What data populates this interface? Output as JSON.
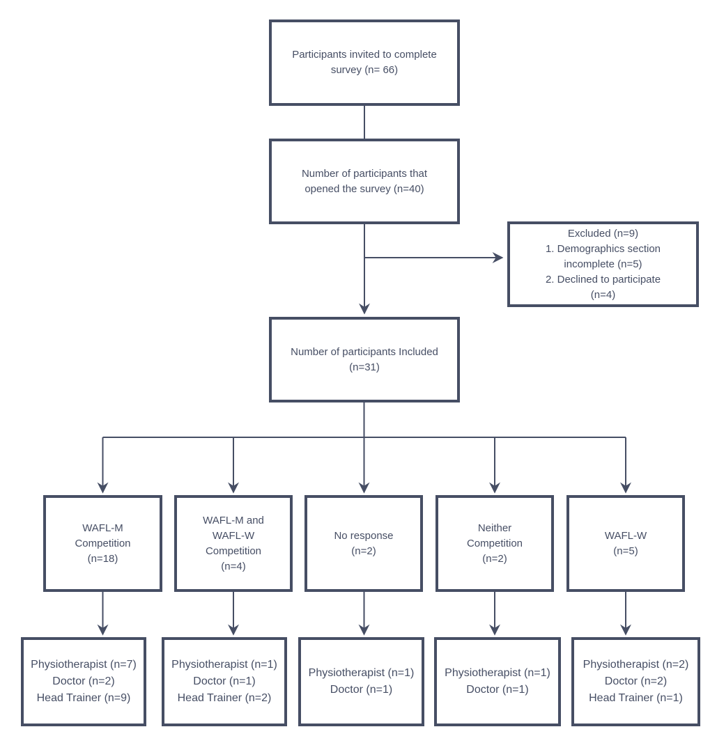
{
  "flowchart": {
    "colors": {
      "line": "#464E64",
      "text": "#464E64",
      "background": "#FFFFFF"
    },
    "invited": "Participants invited to complete\nsurvey (n= 66)",
    "opened": "Number of participants that\nopened the survey (n=40)",
    "excluded": "Excluded (n=9)\n1. Demographics section\nincomplete (n=5)\n2. Declined to participate\n(n=4)",
    "included": "Number of participants Included\n(n=31)",
    "branches": [
      {
        "label": "WAFL-M\nCompetition\n(n=18)",
        "staff": "Physiotherapist (n=7)\nDoctor (n=2)\nHead Trainer (n=9)"
      },
      {
        "label": "WAFL-M and\nWAFL-W\nCompetition\n(n=4)",
        "staff": "Physiotherapist (n=1)\nDoctor (n=1)\nHead Trainer (n=2)"
      },
      {
        "label": "No response\n(n=2)",
        "staff": "Physiotherapist (n=1)\nDoctor (n=1)"
      },
      {
        "label": "Neither\nCompetition\n(n=2)",
        "staff": "Physiotherapist (n=1)\nDoctor (n=1)"
      },
      {
        "label": "WAFL-W\n(n=5)",
        "staff": "Physiotherapist (n=2)\nDoctor (n=2)\nHead Trainer (n=1)"
      }
    ]
  }
}
